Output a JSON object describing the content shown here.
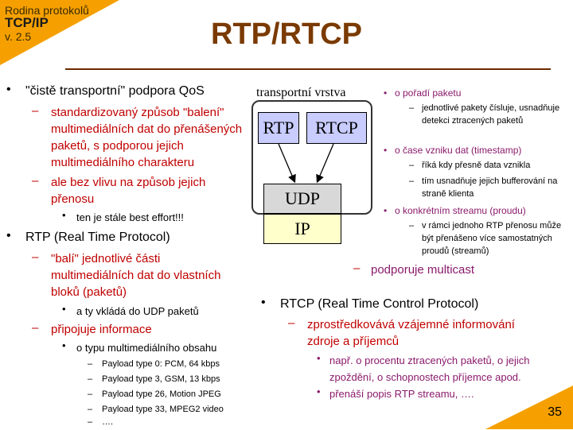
{
  "header": {
    "brand_line1": "Rodina protokolů",
    "brand_line2": "TCP/IP",
    "brand_line3": "v. 2.5",
    "title": "RTP/RTCP",
    "page_number": "35"
  },
  "left": {
    "b1": "\"čistě transportní\" podpora QoS",
    "b1_s1": "standardizovaný způsob \"balení\" multimediálních dat do přenášených paketů, s podporou jejich multimediálního charakteru",
    "b1_s2": "ale bez vlivu na způsob jejich přenosu",
    "b1_s2_d1": "ten je stále best effort!!!",
    "b2": "RTP (Real Time Protocol)",
    "b2_s1": "\"balí\" jednotlivé části multimediálních dat do vlastních bloků (paketů)",
    "b2_s1_d1": "a ty vkládá do UDP paketů",
    "b2_s2": "připojuje informace",
    "b2_s2_d1": "o typu multimediálního obsahu",
    "payloads": [
      "Payload type 0: PCM, 64 kbps",
      "Payload type 3, GSM, 13 kbps",
      "Payload type 26, Motion JPEG",
      "Payload type 33, MPEG2 video",
      "…."
    ]
  },
  "diagram": {
    "label": "transportní vrstva",
    "rtp": "RTP",
    "rtcp": "RTCP",
    "udp": "UDP",
    "ip": "IP"
  },
  "right": {
    "i1": "o pořadí paketu",
    "i1_s1": "jednotlivé pakety čísluje, usnadňuje detekci ztracených paketů",
    "i2": "o čase vzniku dat (timestamp)",
    "i2_s1": "říká kdy přesně data vznikla",
    "i2_s2": "tím usnadňuje jejich bufferování na straně klienta",
    "i3": "o konkrétním streamu (proudu)",
    "i3_s1": "v rámci jednoho RTP přenosu může být přenášeno více samostatných proudů (streamů)",
    "multicast": "podporuje multicast",
    "rtcp_title": "RTCP (Real Time Control Protocol)",
    "rtcp_s1": "zprostředkovává vzájemné informování zdroje a příjemců",
    "rtcp_d1": "např. o procentu ztracených paketů, o jejich zpoždění, o schopnostech příjemce apod.",
    "rtcp_d2": "přenáší popis RTP streamu, …."
  },
  "colors": {
    "accent_orange": "#f5a000",
    "title_brown": "#7a3a00",
    "dash_red": "#c00000",
    "right_purple": "#8a1a6b",
    "box_blue": "#c8ccff",
    "box_gray": "#d8d8d8",
    "box_yellow": "#ffffcc"
  }
}
